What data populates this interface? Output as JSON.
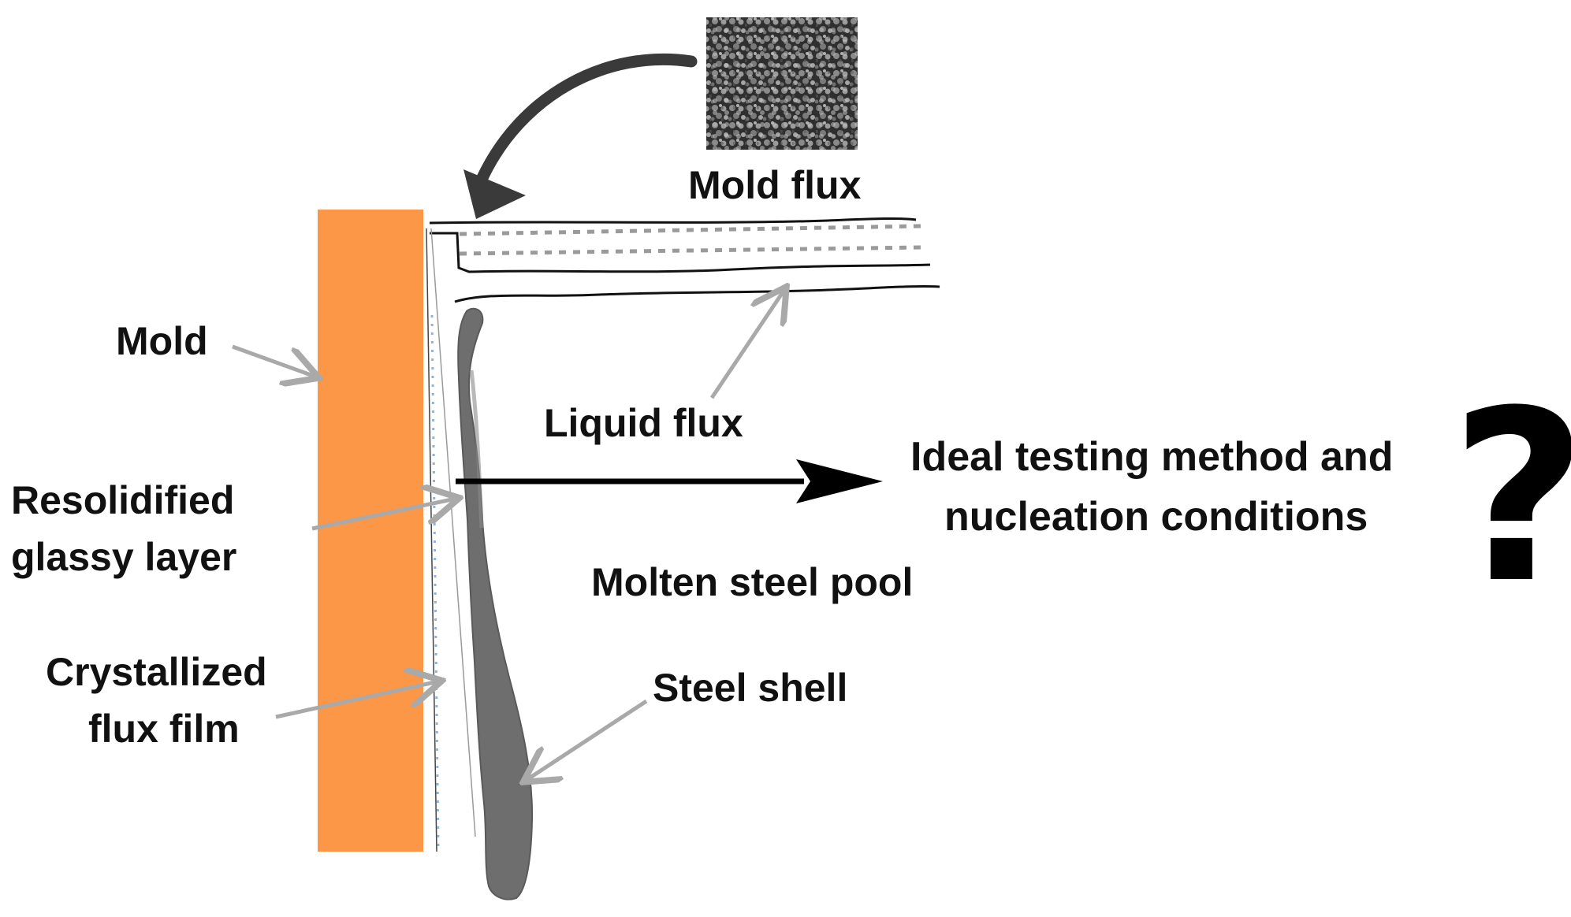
{
  "labels": {
    "mold_flux": "Mold flux",
    "mold": "Mold",
    "liquid_flux": "Liquid flux",
    "resolidified_line1": "Resolidified",
    "resolidified_line2": "glassy layer",
    "molten_steel_pool": "Molten steel pool",
    "crystallized_line1": "Crystallized",
    "crystallized_line2": "flux film",
    "steel_shell": "Steel shell",
    "question_line1": "Ideal testing method and",
    "question_line2": "nucleation conditions",
    "question_mark": "?"
  },
  "colors": {
    "mold": "#fb9746",
    "steel_shell": "#6e6e6e",
    "pointer_arrow": "#a9a9a9",
    "main_arrow": "#000000",
    "feed_arrow": "#3a3a3a",
    "flux_film_dots": "#8fb3d4"
  },
  "icons": {
    "flux_sample": "granular-powder-texture"
  }
}
